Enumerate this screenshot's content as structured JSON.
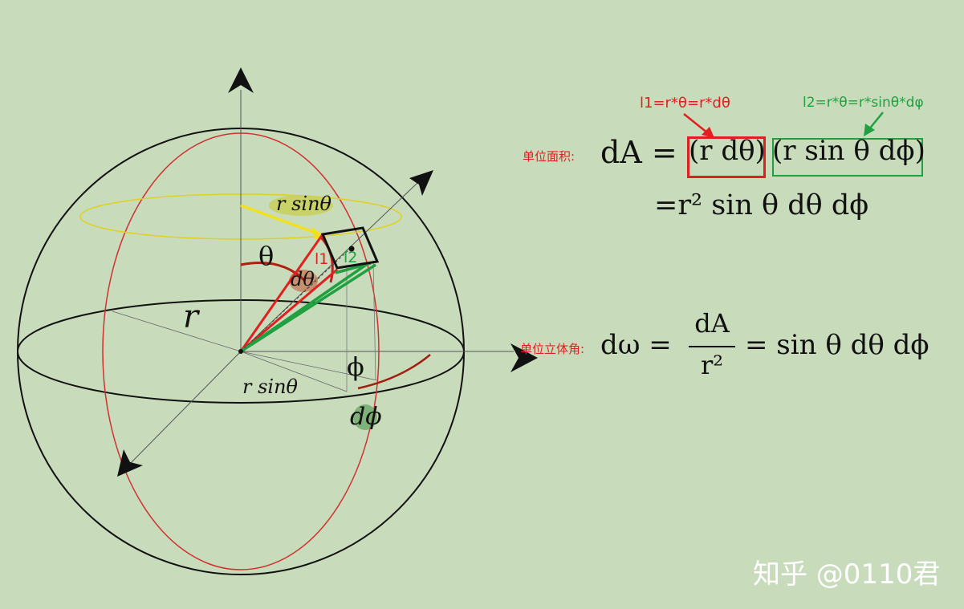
{
  "labels": {
    "theta": "θ",
    "d_theta": "dθ",
    "phi": "ϕ",
    "d_phi": "dϕ",
    "r": "r",
    "r_sin_theta_top": "r sinθ",
    "r_sin_theta_bottom": "r sinθ",
    "l1": "l1",
    "l2": "l2"
  },
  "notes": {
    "l1_formula": "l1=r*θ=r*dθ",
    "l2_formula": "l2=r*θ=r*sinθ*dφ"
  },
  "unit_area": {
    "label": "单位面积:",
    "lhs": "dA =",
    "term1": "(r dθ)",
    "term2": "(r sin θ dϕ)",
    "line2": "=r² sin θ dθ dϕ"
  },
  "solid_angle": {
    "label": "单位立体角:",
    "lhs": "dω =",
    "numerator": "dA",
    "denominator": "r²",
    "rhs": "= sin θ dθ dϕ"
  },
  "watermark": "知乎 @0110君",
  "colors": {
    "background": "#c8dcbc",
    "red": "#e02020",
    "green": "#20a040",
    "yellow": "#f0e020",
    "dark_red": "#a02010"
  }
}
